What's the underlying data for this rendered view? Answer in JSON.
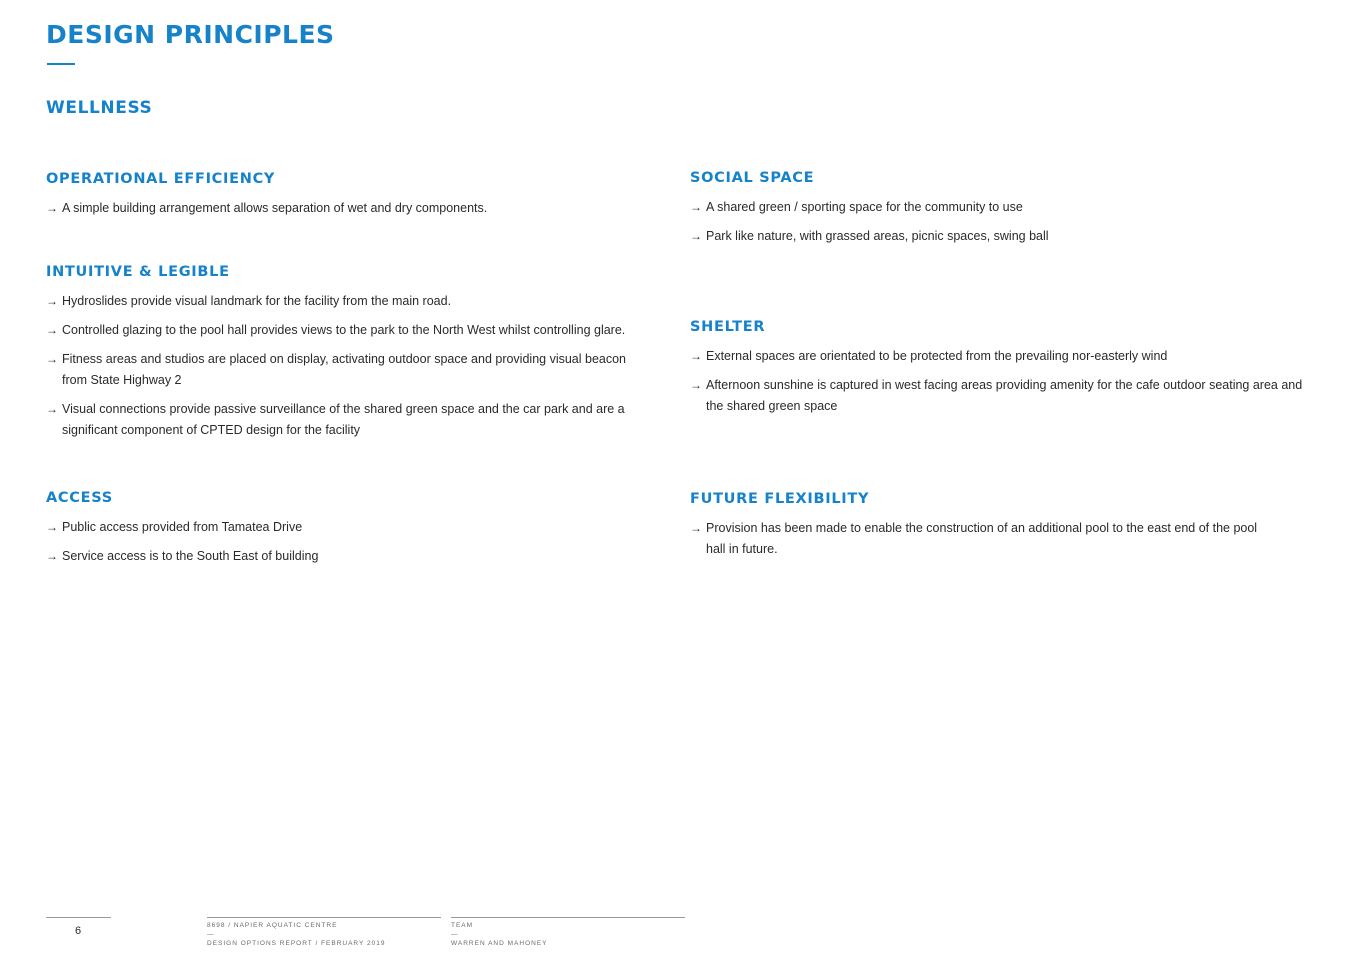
{
  "header": {
    "title": "DESIGN PRINCIPLES",
    "subtitle": "WELLNESS",
    "accent_color": "#1582c9"
  },
  "sections": {
    "operational_efficiency": {
      "heading": "OPERATIONAL EFFICIENCY",
      "items": [
        "A simple building arrangement allows separation of wet and dry components."
      ]
    },
    "intuitive_legible": {
      "heading": "INTUITIVE & LEGIBLE",
      "items": [
        "Hydroslides provide visual landmark for the facility from the main road.",
        "Controlled glazing to the pool hall provides views to the park to the North West whilst controlling glare.",
        "Fitness areas and studios are placed on display, activating outdoor space and providing visual beacon from State Highway 2",
        "Visual connections provide passive surveillance of the shared green space and the car park and are a significant component of CPTED design for the facility"
      ]
    },
    "access": {
      "heading": "ACCESS",
      "items": [
        "Public access provided from Tamatea Drive",
        "Service access is to the South East of building"
      ]
    },
    "social_space": {
      "heading": "SOCIAL SPACE",
      "items": [
        "A shared green / sporting space for the community to use",
        "Park like nature, with grassed areas, picnic spaces, swing ball"
      ]
    },
    "shelter": {
      "heading": "SHELTER",
      "items": [
        "External spaces are orientated to be protected from the prevailing nor-easterly wind",
        "Afternoon sunshine is captured in west facing areas providing amenity for the cafe  outdoor seating area and the shared green space"
      ]
    },
    "future_flexibility": {
      "heading": "FUTURE FLEXIBILITY",
      "items": [
        "Provision has been made to enable the construction of an additional pool to the east end of the pool hall in future."
      ]
    }
  },
  "bullet_icon": "arrow-right-icon",
  "arrow_glyph": "→",
  "footer": {
    "page_number": "6",
    "project": "8698 / NAPIER AQUATIC CENTRE",
    "dash": "—",
    "report": "DESIGN OPTIONS REPORT / FEBRUARY 2019",
    "team_label": "TEAM",
    "team_name": "WARREN AND MAHONEY"
  }
}
